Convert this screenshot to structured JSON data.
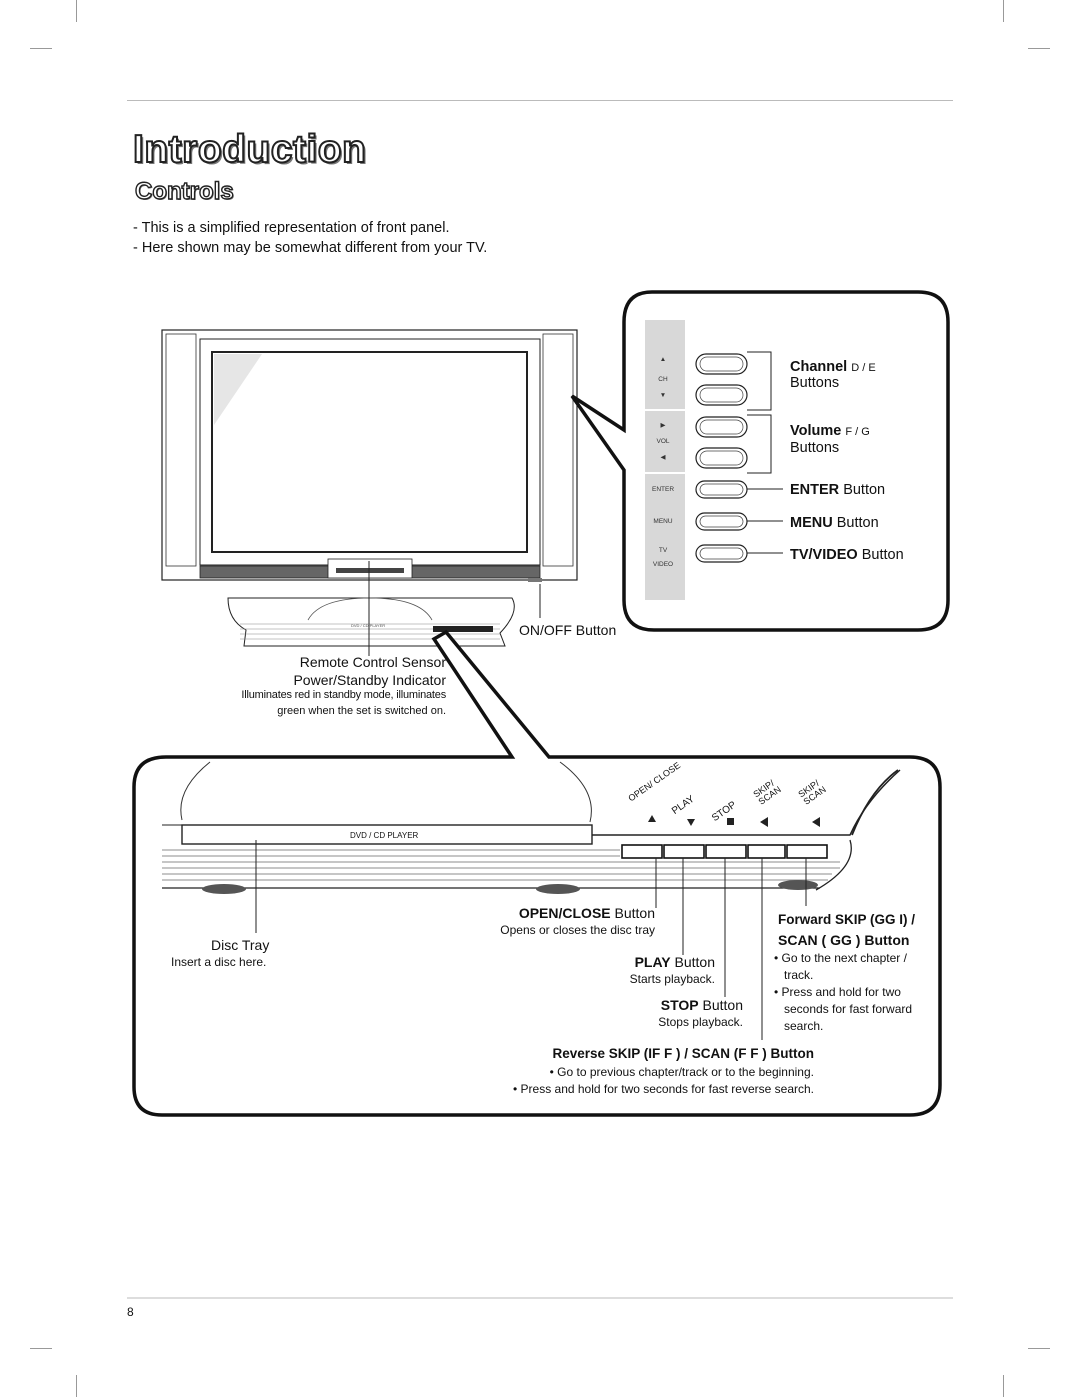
{
  "header": {
    "title": "Introduction",
    "subtitle": "Controls"
  },
  "intro_lines": [
    "- This is a simplified representation of front panel.",
    "- Here shown may be somewhat different from your TV."
  ],
  "side_panel": {
    "ch_label": "CH",
    "ch_up": "▲",
    "ch_down": "▼",
    "vol_label": "VOL",
    "vol_up": "▶",
    "vol_down": "◀",
    "enter_label": "ENTER",
    "menu_label": "MENU",
    "tv_label": "TV",
    "video_label": "VIDEO"
  },
  "callouts": {
    "channel_name": "Channel",
    "channel_keys": "D / E",
    "channel_buttons": "Buttons",
    "volume_name": "Volume",
    "volume_keys": "F / G",
    "volume_buttons": "Buttons",
    "enter_name": "ENTER",
    "enter_suffix": "Button",
    "menu_name": "MENU",
    "menu_suffix": "Button",
    "tvvideo_name": "TV/VIDEO",
    "tvvideo_suffix": "Button",
    "onoff": "ON/OFF Button",
    "remote_sensor": "Remote Control Sensor",
    "power_indicator": "Power/Standby Indicator",
    "indicator_desc_1": "Illuminates red in standby mode, illuminates",
    "indicator_desc_2": "green when the set is switched on."
  },
  "dvd_panel": {
    "slot_label": "DVD / CD PLAYER",
    "button_labels": [
      "OPEN/ CLOSE",
      "PLAY",
      "STOP",
      "SKIP/ SCAN",
      "SKIP/ SCAN"
    ],
    "open_close_name": "OPEN/CLOSE",
    "open_close_suffix": "Button",
    "open_close_desc": "Opens or closes the disc tray",
    "disc_tray": "Disc  Tray",
    "disc_tray_desc": "Insert a disc here.",
    "play_name": "PLAY",
    "play_suffix": "Button",
    "play_desc": "Starts playback.",
    "stop_name": "STOP",
    "stop_suffix": "Button",
    "stop_desc": "Stops playback.",
    "fwd_title": "Forward SKIP (GG I) /",
    "fwd_scan": "SCAN ( GG ) Button",
    "fwd_bullets": [
      "• Go to the next chapter /",
      "track.",
      "• Press and hold for two",
      "seconds for fast forward",
      "search."
    ],
    "rev_title": "Reverse SKIP (IF F ) / SCAN (F F ) Button",
    "rev_bullets": [
      "• Go to previous chapter/track or to the beginning.",
      "• Press and hold for two seconds for fast reverse search."
    ]
  },
  "footer": {
    "page_number": "8"
  }
}
